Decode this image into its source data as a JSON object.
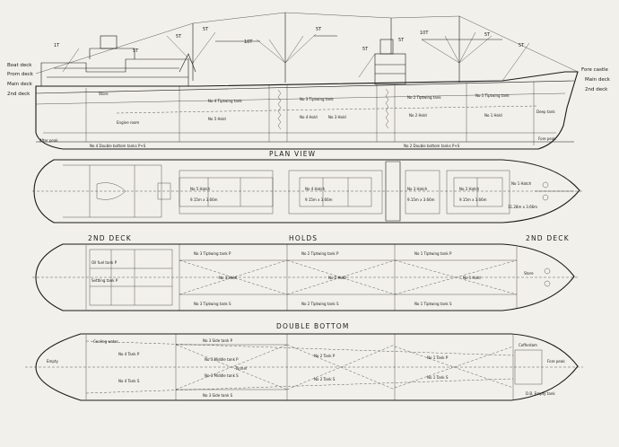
{
  "views": {
    "plan_view": "PLAN VIEW",
    "holds": "HOLDS",
    "double_bottom": "DOUBLE BOTTOM",
    "second_deck_left": "2ND DECK",
    "second_deck_right": "2ND DECK"
  },
  "deck_levels": {
    "boat_deck": "Boat deck",
    "prom_deck": "Prom deck",
    "main_deck": "Main deck",
    "second_deck": "2nd deck",
    "fore_castle": "Fore castle",
    "main_deck_fwd": "Main deck",
    "second_deck_fwd": "2nd deck"
  },
  "derrick_marks": [
    "5T",
    "5T",
    "10T",
    "5T",
    "5T",
    "10T",
    "5T",
    "5T",
    "5T",
    "5T",
    "1T"
  ],
  "profile": {
    "holds": [
      "No 5 Hold",
      "No 4 Hold",
      "No 3 Hold",
      "No 2 Hold",
      "No 1 Hold"
    ],
    "tween_decks": [
      "No 4 Tiptwing tank",
      "No 3 Tiptwing tank",
      "No 2 Tiptwing tank",
      "No 1 Tiptwing tank"
    ],
    "engine_room": "Engine room",
    "store": "Store",
    "after_peak": "After peak",
    "fore_peak": "Fore peak",
    "deep_tank": "Deep tank",
    "double_bottom_note": "No 4 Double bottom tanks P+S",
    "db_note_2": "No 2 Double bottom tanks P+S"
  },
  "plan": {
    "hatches": [
      "No 5 Hatch",
      "No 4 Hatch",
      "No 3 Hatch",
      "No 2 Hatch",
      "No 1 Hatch"
    ],
    "hatch_sizes": [
      "9.15m x 3.66m",
      "9.15m x 3.66m",
      "9.15m x 3.66m",
      "9.15m x 3.66m",
      "11.28m x 3.66m"
    ]
  },
  "holds_view": {
    "tanks_p": [
      "No 3 Tiptwing tank P",
      "No 2 Tiptwing tank P",
      "No 1 Tiptwing tank P"
    ],
    "holds": [
      "No 3 Hold",
      "No 2 Hold",
      "No 1 Hold"
    ],
    "tanks_s": [
      "No 3 Tiptwing tank S",
      "No 2 Tiptwing tank S",
      "No 1 Tiptwing tank S"
    ],
    "store": "Store",
    "oil_fuel": "Oil fuel tank P",
    "settling": "Settling tank P"
  },
  "double_bottom_view": {
    "side_tanks": [
      "No 3 Side tank P",
      "No 3 Side tank S"
    ],
    "tanks": [
      "No 4 Tank P",
      "No 3 Middle tank P",
      "No 3 Middle tank S",
      "No 2 Tank P",
      "No 2 Tank S",
      "No 1 Tank P",
      "No 1 Tank S",
      "No 4 Tank S"
    ],
    "tunnel": "Tunnel",
    "empty": "Empty",
    "fore_peak": "Fore peak",
    "db_empty": "D.B. Empty tank",
    "cooling": "Cooling water",
    "cofferdam": "Cofferdam"
  }
}
